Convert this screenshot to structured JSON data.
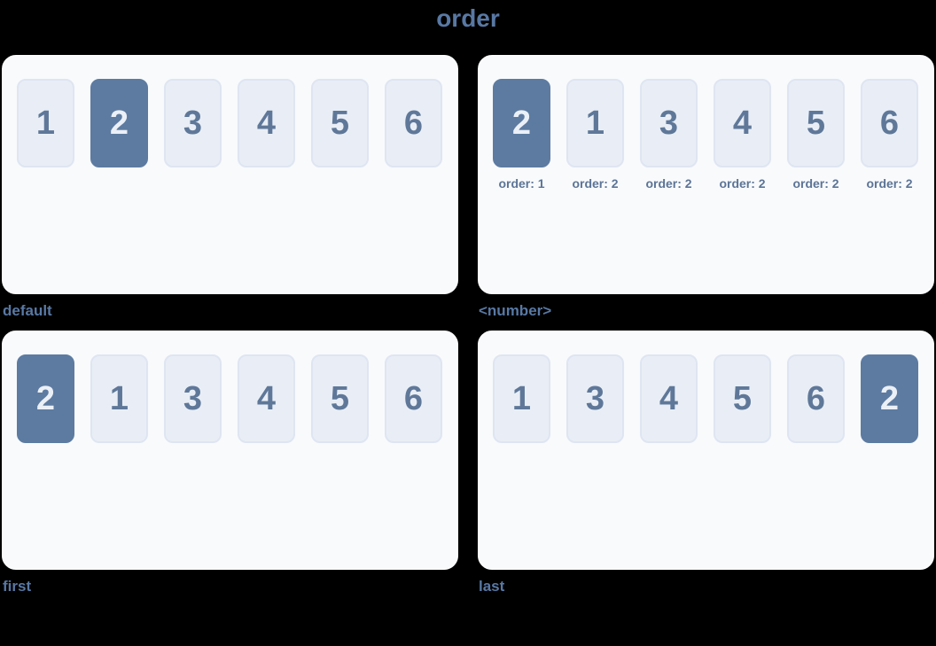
{
  "page": {
    "title": "order"
  },
  "colors": {
    "accent_text": "#5878a4",
    "panel_bg": "#f8fafc",
    "panel_border": "#fbfcfe",
    "box_bg": "#e9eef6",
    "box_border": "#dfe5f1",
    "box_text": "#5f7899",
    "sub_text": "#5c7496",
    "highlight_bg": "#5d7ba1",
    "highlight_text": "#ebf0f7",
    "page_bg": "#000000"
  },
  "panels": [
    {
      "caption": "default",
      "items": [
        {
          "number": "1",
          "highlighted": false
        },
        {
          "number": "2",
          "highlighted": true
        },
        {
          "number": "3",
          "highlighted": false
        },
        {
          "number": "4",
          "highlighted": false
        },
        {
          "number": "5",
          "highlighted": false
        },
        {
          "number": "6",
          "highlighted": false
        }
      ]
    },
    {
      "caption": "<number>",
      "items": [
        {
          "number": "2",
          "highlighted": true,
          "order_label": "order: 1"
        },
        {
          "number": "1",
          "highlighted": false,
          "order_label": "order: 2"
        },
        {
          "number": "3",
          "highlighted": false,
          "order_label": "order: 2"
        },
        {
          "number": "4",
          "highlighted": false,
          "order_label": "order: 2"
        },
        {
          "number": "5",
          "highlighted": false,
          "order_label": "order: 2"
        },
        {
          "number": "6",
          "highlighted": false,
          "order_label": "order: 2"
        }
      ]
    },
    {
      "caption": "first",
      "items": [
        {
          "number": "2",
          "highlighted": true
        },
        {
          "number": "1",
          "highlighted": false
        },
        {
          "number": "3",
          "highlighted": false
        },
        {
          "number": "4",
          "highlighted": false
        },
        {
          "number": "5",
          "highlighted": false
        },
        {
          "number": "6",
          "highlighted": false
        }
      ]
    },
    {
      "caption": "last",
      "items": [
        {
          "number": "1",
          "highlighted": false
        },
        {
          "number": "3",
          "highlighted": false
        },
        {
          "number": "4",
          "highlighted": false
        },
        {
          "number": "5",
          "highlighted": false
        },
        {
          "number": "6",
          "highlighted": false
        },
        {
          "number": "2",
          "highlighted": true
        }
      ]
    }
  ]
}
